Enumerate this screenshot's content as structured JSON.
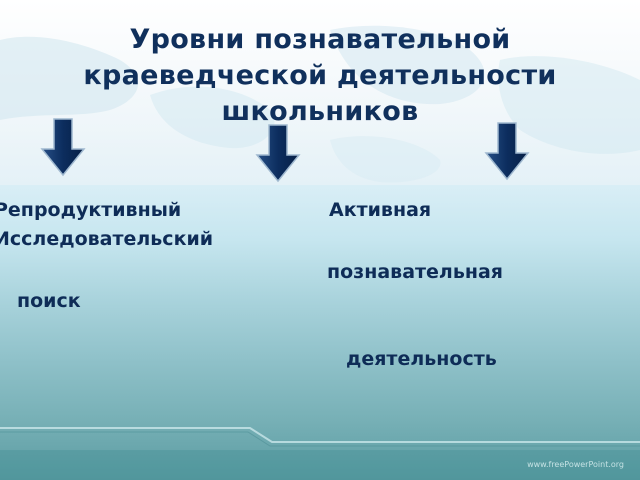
{
  "slide": {
    "title_line1": "Уровни познавательной",
    "title_line2": "краеведческой деятельности",
    "title_line3": "школьников",
    "labels": {
      "reproductive": "Репродуктивный",
      "active": "Активная",
      "research": "Исследовательский",
      "cognitive": "познавательная",
      "search": "поиск",
      "activity": "деятельность"
    },
    "watermark": "www.freePowerPoint.org"
  },
  "colors": {
    "title": "#10305c",
    "arrow": "#0c2d5e",
    "label": "#0e2c57"
  },
  "icons": [
    "down-arrow-icon",
    "down-arrow-icon",
    "down-arrow-icon"
  ]
}
